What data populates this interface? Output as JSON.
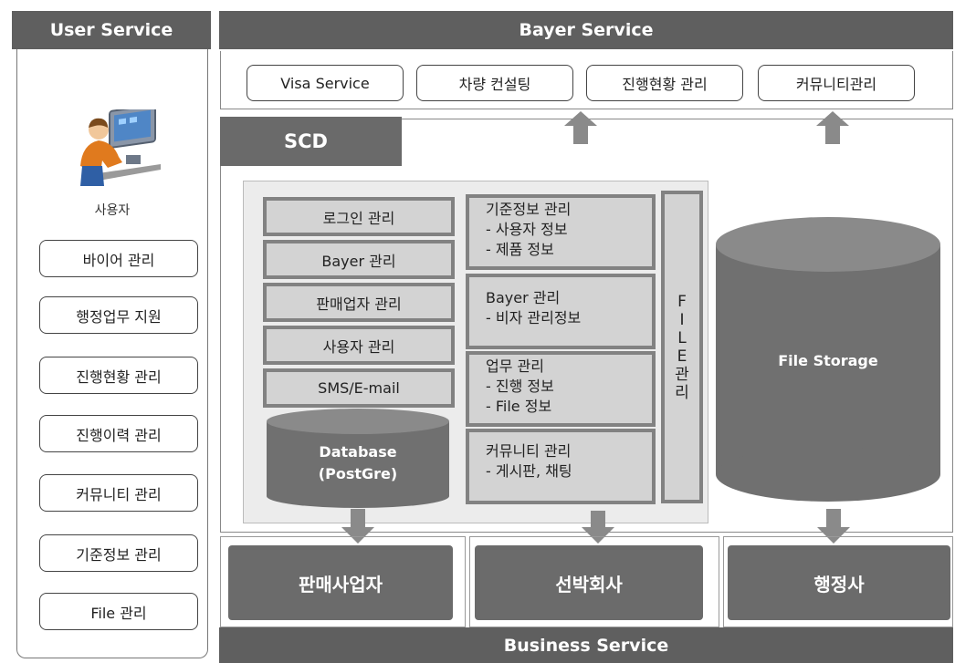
{
  "user_service": {
    "title": "User Service",
    "user_label": "사용자",
    "items": [
      "바이어 관리",
      "행정업무 지원",
      "진행현황 관리",
      "진행이력 관리",
      "커뮤니티 관리",
      "기준정보 관리",
      "File 관리"
    ]
  },
  "bayer_service": {
    "title": "Bayer Service",
    "items": [
      "Visa Service",
      "차량 컨설팅",
      "진행현황 관리",
      "커뮤니티관리"
    ]
  },
  "scd": {
    "title": "SCD",
    "left_modules": [
      "로그인 관리",
      "Bayer 관리",
      "판매업자 관리",
      "사용자 관리",
      "SMS/E-mail"
    ],
    "database": {
      "line1": "Database",
      "line2": "(PostGre)"
    },
    "mid_modules": [
      {
        "title": "기준정보 관리",
        "lines": [
          "- 사용자 정보",
          "- 제품 정보"
        ]
      },
      {
        "title": "Bayer 관리",
        "lines": [
          "- 비자 관리정보"
        ]
      },
      {
        "title": "업무 관리",
        "lines": [
          "- 진행 정보",
          "- File 정보"
        ]
      },
      {
        "title": "커뮤니티 관리",
        "lines": [
          "- 게시판, 채팅"
        ]
      }
    ],
    "file_mgmt_chars": [
      "F",
      "I",
      "L",
      "E",
      "관",
      "리"
    ],
    "file_storage": "File Storage"
  },
  "business_service": {
    "title": "Business Service",
    "items": [
      "판매사업자",
      "선박회사",
      "행정사"
    ]
  },
  "colors": {
    "header_bg": "#5f5f5f",
    "module_fill": "#d3d3d3",
    "module_border": "#828282",
    "cylinder": "#707070",
    "arrow": "#8a8a8a"
  }
}
